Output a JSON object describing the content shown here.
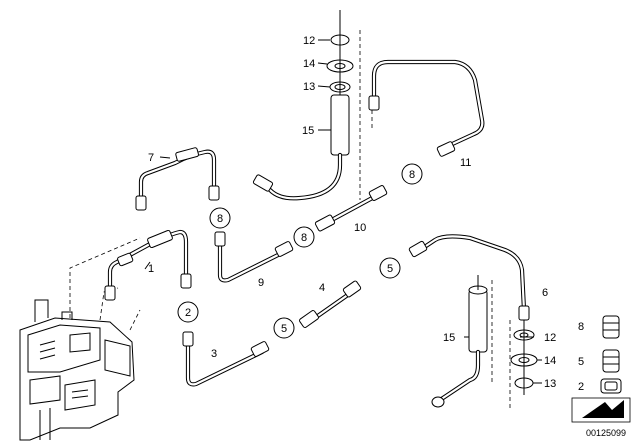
{
  "diagram": {
    "callouts": [
      {
        "id": "c1",
        "label": "1"
      },
      {
        "id": "c3",
        "label": "3"
      },
      {
        "id": "c4",
        "label": "4"
      },
      {
        "id": "c6",
        "label": "6"
      },
      {
        "id": "c7",
        "label": "7"
      },
      {
        "id": "c9",
        "label": "9"
      },
      {
        "id": "c10",
        "label": "10"
      },
      {
        "id": "c11",
        "label": "11"
      },
      {
        "id": "c15a",
        "label": "15"
      },
      {
        "id": "c15b",
        "label": "15"
      },
      {
        "id": "c12a",
        "label": "12"
      },
      {
        "id": "c14a",
        "label": "14"
      },
      {
        "id": "c13a",
        "label": "13"
      },
      {
        "id": "c12b",
        "label": "12"
      },
      {
        "id": "c14b",
        "label": "14"
      },
      {
        "id": "c13b",
        "label": "13"
      }
    ],
    "circled_callouts": [
      {
        "id": "k8a",
        "label": "8"
      },
      {
        "id": "k8b",
        "label": "8"
      },
      {
        "id": "k8c",
        "label": "8"
      },
      {
        "id": "k2",
        "label": "2"
      },
      {
        "id": "k5a",
        "label": "5"
      },
      {
        "id": "k5b",
        "label": "5"
      }
    ],
    "legend": [
      {
        "label": "8"
      },
      {
        "label": "5"
      },
      {
        "label": "2"
      }
    ],
    "drawing_number": "00125099"
  }
}
